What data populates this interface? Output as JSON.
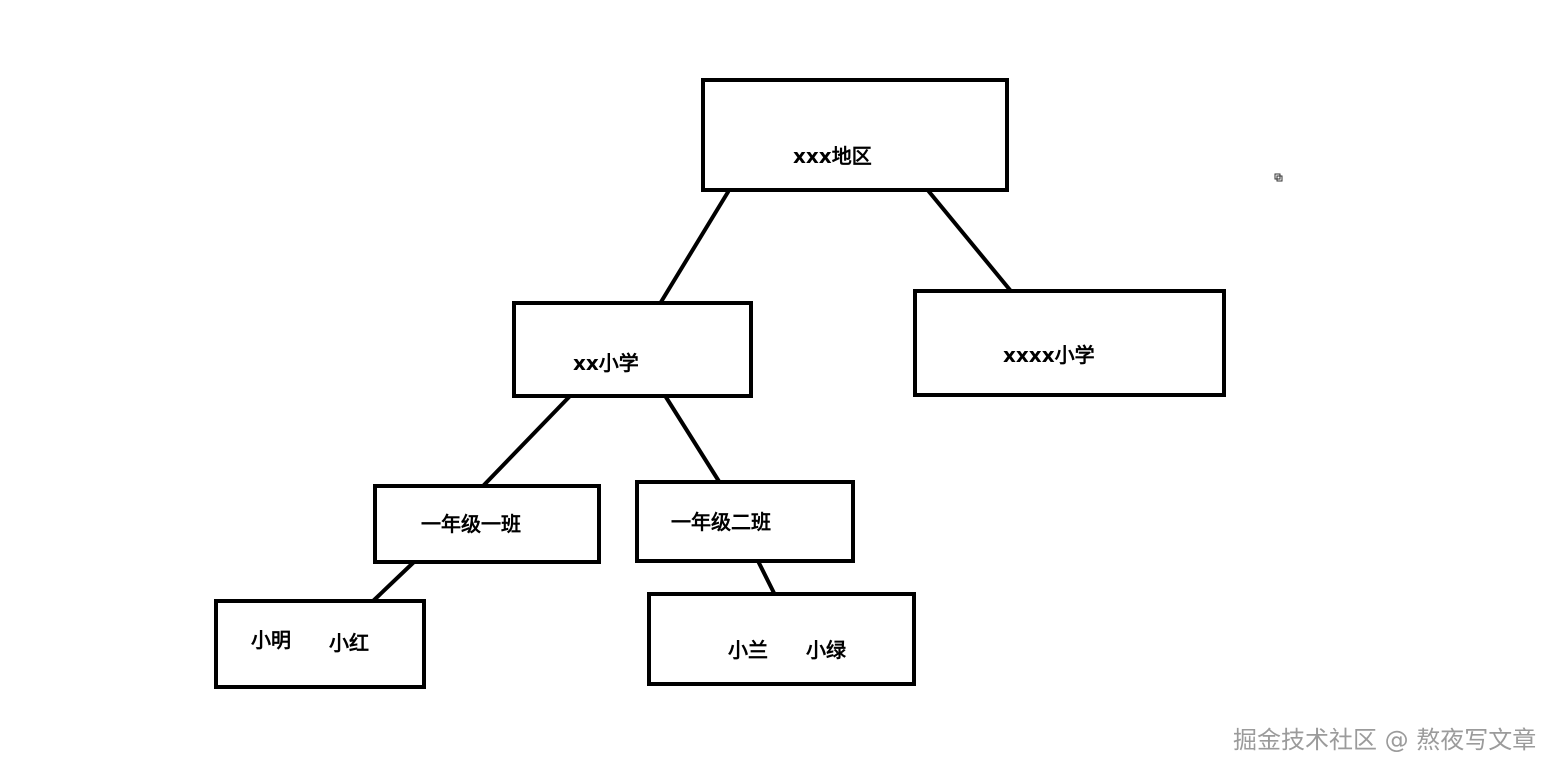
{
  "nodes": {
    "region": {
      "label": "xxx地区"
    },
    "school_a": {
      "label": "xx小学"
    },
    "school_b": {
      "label": "xxxx小学"
    },
    "class_1": {
      "label": "一年级一班"
    },
    "class_2": {
      "label": "一年级二班"
    },
    "students_1": {
      "names": [
        "小明",
        "小红"
      ]
    },
    "students_2": {
      "names": [
        "小兰",
        "小绿"
      ]
    }
  },
  "watermark": {
    "text": "掘金技术社区 @ 熬夜写文章"
  },
  "colors": {
    "stroke": "#000000",
    "background": "#ffffff",
    "watermark": "#8a8a8a"
  }
}
